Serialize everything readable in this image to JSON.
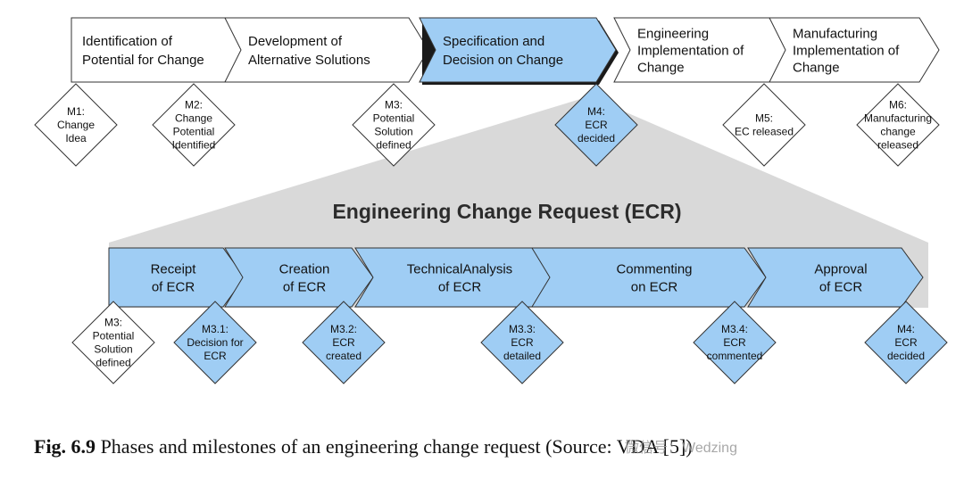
{
  "colors": {
    "phase_fill": "#ffffff",
    "active_fill": "#9fcdf4",
    "ecr_fill": "#9fcdf4",
    "outline": "#333333",
    "funnel": "#d9d9d9",
    "title": "#2c2c2c"
  },
  "top_phases": [
    {
      "lines": [
        "Identification of",
        "Potential for Change"
      ],
      "active": false
    },
    {
      "lines": [
        "Development of",
        "Alternative Solutions"
      ],
      "active": false
    },
    {
      "lines": [
        "Specification and",
        "Decision on Change"
      ],
      "active": true
    },
    {
      "lines": [
        "Engineering",
        "Implementation of",
        "Change"
      ],
      "active": false
    },
    {
      "lines": [
        "Manufacturing",
        "Implementation of",
        "Change"
      ],
      "active": false
    }
  ],
  "top_milestones": [
    {
      "lines": [
        "M1:",
        "Change",
        "Idea"
      ],
      "active": false
    },
    {
      "lines": [
        "M2:",
        "Change",
        "Potential",
        "Identified"
      ],
      "active": false
    },
    {
      "lines": [
        "M3:",
        "Potential",
        "Solution",
        "defined"
      ],
      "active": false
    },
    {
      "lines": [
        "M4:",
        "ECR",
        "decided"
      ],
      "active": true
    },
    {
      "lines": [
        "M5:",
        "EC released"
      ],
      "active": false
    },
    {
      "lines": [
        "M6:",
        "Manufacturing",
        "change",
        "released"
      ],
      "active": false
    }
  ],
  "ecr_title": "Engineering Change Request (ECR)",
  "ecr_phases": [
    {
      "lines": [
        "Receipt",
        "of ECR"
      ]
    },
    {
      "lines": [
        "Creation",
        "of ECR"
      ]
    },
    {
      "lines": [
        "TechnicalAnalysis",
        "of ECR"
      ]
    },
    {
      "lines": [
        "Commenting",
        "on ECR"
      ]
    },
    {
      "lines": [
        "Approval",
        "of ECR"
      ]
    }
  ],
  "ecr_milestones": [
    {
      "lines": [
        "M3:",
        "Potential",
        "Solution",
        "defined"
      ],
      "active": false
    },
    {
      "lines": [
        "M3.1:",
        "Decision for",
        "ECR"
      ],
      "active": true
    },
    {
      "lines": [
        "M3.2:",
        "ECR",
        "created"
      ],
      "active": true
    },
    {
      "lines": [
        "M3.3:",
        "ECR",
        "detailed"
      ],
      "active": true
    },
    {
      "lines": [
        "M3.4:",
        "ECR",
        "commented"
      ],
      "active": true
    },
    {
      "lines": [
        "M4:",
        "ECR",
        "decided"
      ],
      "active": true
    }
  ],
  "caption": {
    "label": "Fig. 6.9",
    "text": " Phases and milestones of an engineering change request (Source: VDA [5])"
  },
  "watermark": "微信号：Wedzing"
}
